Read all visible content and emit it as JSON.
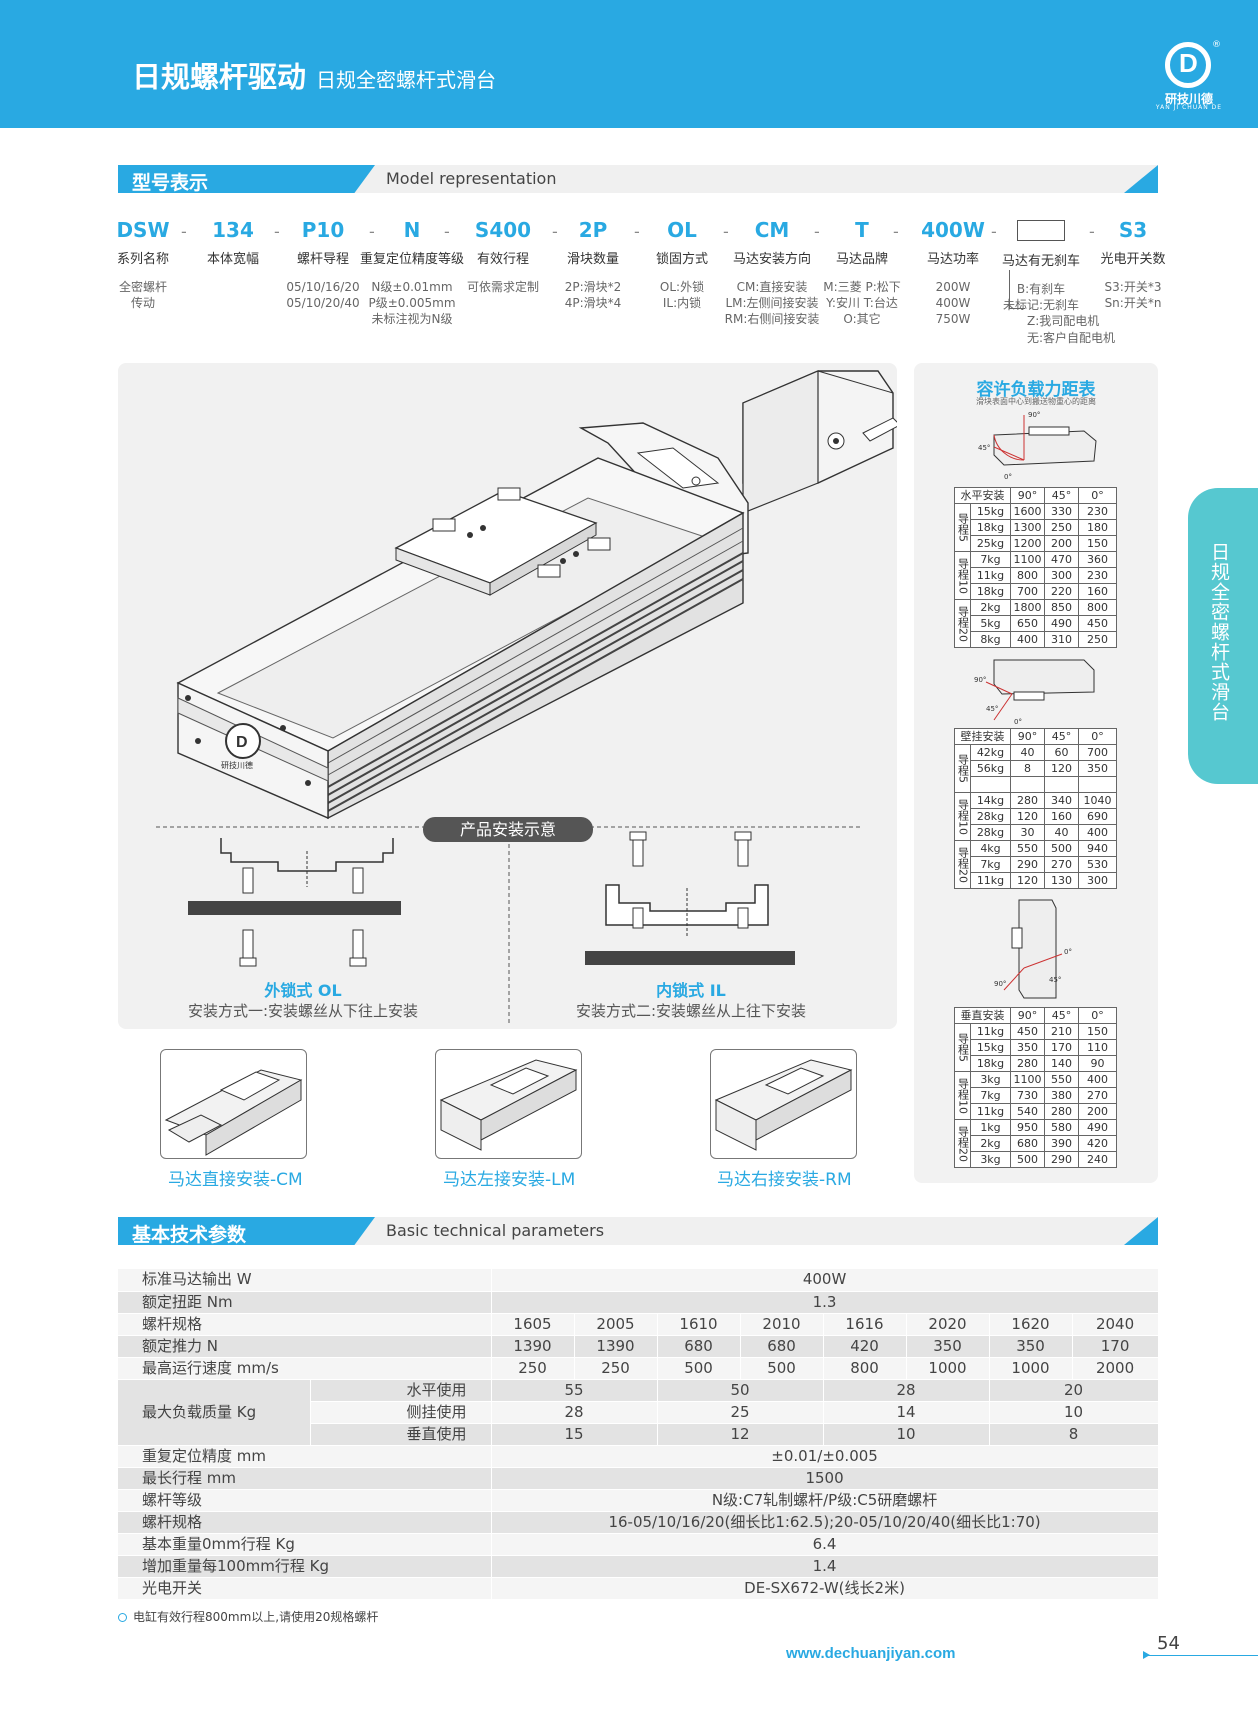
{
  "header": {
    "title": "日规螺杆驱动",
    "subtitle": "日规全密螺杆式滑台",
    "logo_cn": "研技川德",
    "logo_en": "YAN JI CHUAN DE",
    "logo_reg": "®"
  },
  "section1": {
    "cn": "型号表示",
    "en": "Model representation"
  },
  "model_code": [
    {
      "code": "DSW",
      "label": "系列名称",
      "options": [
        "全密螺杆",
        "传动"
      ]
    },
    {
      "code": "134",
      "label": "本体宽幅",
      "options": []
    },
    {
      "code": "P10",
      "label": "螺杆导程",
      "options": [
        "05/10/16/20",
        "05/10/20/40"
      ]
    },
    {
      "code": "N",
      "label": "重复定位精度等级",
      "options": [
        "N级±0.01mm",
        "P级±0.005mm",
        "未标注视为N级"
      ]
    },
    {
      "code": "S400",
      "label": "有效行程",
      "options": [
        "可依需求定制"
      ]
    },
    {
      "code": "2P",
      "label": "滑块数量",
      "options": [
        "2P:滑块*2",
        "4P:滑块*4"
      ]
    },
    {
      "code": "OL",
      "label": "锁固方式",
      "options": [
        "OL:外锁",
        "IL:内锁"
      ]
    },
    {
      "code": "CM",
      "label": "马达安装方向",
      "options": [
        "CM:直接安装",
        "LM:左侧间接安装",
        "RM:右侧间接安装"
      ]
    },
    {
      "code": "T",
      "label": "马达品牌",
      "options": [
        "M:三菱 P:松下",
        "Y:安川 T:台达",
        "O:其它"
      ]
    },
    {
      "code": "400W",
      "label": "马达功率",
      "options": [
        "200W",
        "400W",
        "750W"
      ]
    },
    {
      "code": "",
      "label": "马达有无刹车",
      "options": [
        "B:有刹车",
        "未标记:无刹车"
      ]
    },
    {
      "code": "S3",
      "label": "光电开关数",
      "options": [
        "S3:开关*3",
        "Sn:开关*n"
      ]
    }
  ],
  "motor_ext": [
    "Z:我司配电机",
    "无:客户自配电机"
  ],
  "install": {
    "pill": "产品安装示意",
    "ol_title": "外锁式 OL",
    "ol_desc": "安装方式一:安装螺丝从下往上安装",
    "il_title": "内锁式 IL",
    "il_desc": "安装方式二:安装螺丝从上往下安装",
    "logo_text": "研技川德"
  },
  "mount_captions": [
    "马达直接安装-CM",
    "马达左接安装-LM",
    "马达右接安装-RM"
  ],
  "load_panel": {
    "title": "容许负载力距表",
    "note": "滑块表面中心到搬送物重心的距离",
    "angles": [
      "90°",
      "45°",
      "0°"
    ],
    "tables": [
      {
        "head": "水平安装",
        "groups": [
          {
            "name": "导程5",
            "rows": [
              [
                "15kg",
                "1600",
                "330",
                "230"
              ],
              [
                "18kg",
                "1300",
                "250",
                "180"
              ],
              [
                "25kg",
                "1200",
                "200",
                "150"
              ]
            ]
          },
          {
            "name": "导程10",
            "rows": [
              [
                "7kg",
                "1100",
                "470",
                "360"
              ],
              [
                "11kg",
                "800",
                "300",
                "230"
              ],
              [
                "18kg",
                "700",
                "220",
                "160"
              ]
            ]
          },
          {
            "name": "导程20",
            "rows": [
              [
                "2kg",
                "1800",
                "850",
                "800"
              ],
              [
                "5kg",
                "650",
                "490",
                "450"
              ],
              [
                "8kg",
                "400",
                "310",
                "250"
              ]
            ]
          }
        ]
      },
      {
        "head": "壁挂安装",
        "groups": [
          {
            "name": "导程5",
            "rows": [
              [
                "42kg",
                "40",
                "60",
                "700"
              ],
              [
                "56kg",
                "8",
                "120",
                "350"
              ],
              [
                "",
                "",
                "",
                ""
              ]
            ]
          },
          {
            "name": "导程10",
            "rows": [
              [
                "14kg",
                "280",
                "340",
                "1040"
              ],
              [
                "28kg",
                "120",
                "160",
                "690"
              ],
              [
                "28kg",
                "30",
                "40",
                "400"
              ]
            ]
          },
          {
            "name": "导程20",
            "rows": [
              [
                "4kg",
                "550",
                "500",
                "940"
              ],
              [
                "7kg",
                "290",
                "270",
                "530"
              ],
              [
                "11kg",
                "120",
                "130",
                "300"
              ]
            ]
          }
        ]
      },
      {
        "head": "垂直安装",
        "groups": [
          {
            "name": "导程5",
            "rows": [
              [
                "11kg",
                "450",
                "210",
                "150"
              ],
              [
                "15kg",
                "350",
                "170",
                "110"
              ],
              [
                "18kg",
                "280",
                "140",
                "90"
              ]
            ]
          },
          {
            "name": "导程10",
            "rows": [
              [
                "3kg",
                "1100",
                "550",
                "400"
              ],
              [
                "7kg",
                "730",
                "380",
                "270"
              ],
              [
                "11kg",
                "540",
                "280",
                "200"
              ]
            ]
          },
          {
            "name": "导程20",
            "rows": [
              [
                "1kg",
                "950",
                "580",
                "490"
              ],
              [
                "2kg",
                "680",
                "390",
                "420"
              ],
              [
                "3kg",
                "500",
                "290",
                "240"
              ]
            ]
          }
        ]
      }
    ]
  },
  "side_tab": "日规全密螺杆式滑台",
  "section2": {
    "cn": "基本技术参数",
    "en": "Basic technical parameters"
  },
  "specs": {
    "motor_label": "标准马达输出 W",
    "motor_value": "400W",
    "torque_label": "额定扭距 Nm",
    "torque_value": "1.3",
    "screw_label": "螺杆规格",
    "screws": [
      "1605",
      "2005",
      "1610",
      "2010",
      "1616",
      "2020",
      "1620",
      "2040"
    ],
    "thrust_label": "额定推力 N",
    "thrust": [
      "1390",
      "1390",
      "680",
      "680",
      "420",
      "350",
      "350",
      "170"
    ],
    "speed_label": "最高运行速度 mm/s",
    "speed": [
      "250",
      "250",
      "500",
      "500",
      "800",
      "1000",
      "1000",
      "2000"
    ],
    "load_label": "最大负载质量 Kg",
    "load_rows": [
      {
        "label": "水平使用",
        "values": [
          "55",
          "50",
          "28",
          "20"
        ]
      },
      {
        "label": "侧挂使用",
        "values": [
          "28",
          "25",
          "14",
          "10"
        ]
      },
      {
        "label": "垂直使用",
        "values": [
          "15",
          "12",
          "10",
          "8"
        ]
      }
    ],
    "single_rows": [
      {
        "label": "重复定位精度 mm",
        "value": "±0.01/±0.005"
      },
      {
        "label": "最长行程 mm",
        "value": "1500"
      },
      {
        "label": "螺杆等级",
        "value": "N级:C7轧制螺杆/P级:C5研磨螺杆"
      },
      {
        "label": "螺杆规格",
        "value": "16-05/10/16/20(细长比1:62.5);20-05/10/20/40(细长比1:70)"
      },
      {
        "label": "基本重量0mm行程 Kg",
        "value": "6.4"
      },
      {
        "label": "增加重量每100mm行程 Kg",
        "value": "1.4"
      },
      {
        "label": "光电开关",
        "value": "DE-SX672-W(线长2米)"
      }
    ]
  },
  "footnote": "电缸有效行程800mm以上,请使用20规格螺杆",
  "website": "www.dechuanjiyan.com",
  "page_number": "54",
  "colors": {
    "accent": "#29a9e2",
    "side_tab": "#56c8d0"
  }
}
